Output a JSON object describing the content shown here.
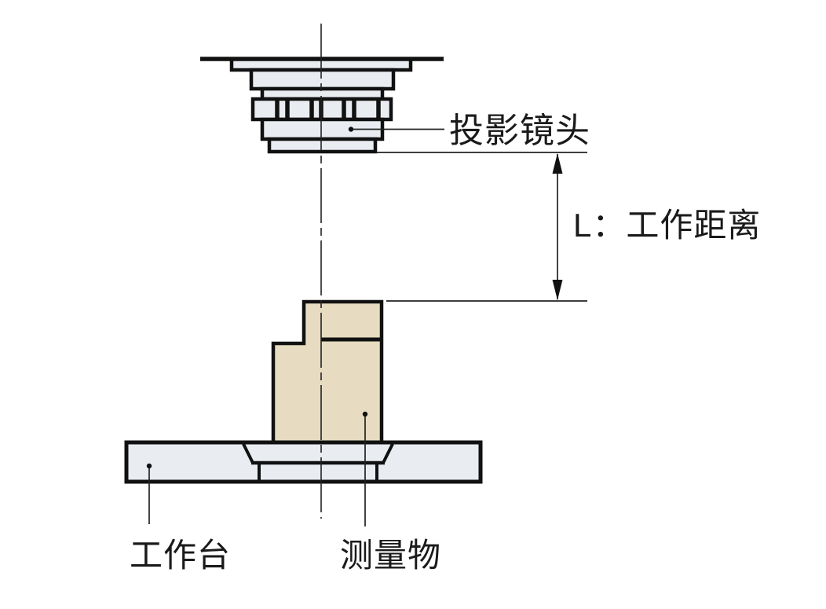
{
  "figure": {
    "kind": "optical-measurement-schematic"
  },
  "labels": {
    "projection_lens": "投影镜头",
    "working_distance": "L：工作距离",
    "worktable": "工作台",
    "measured_object": "测量物"
  },
  "dimension": {
    "symbol": "L",
    "name": "工作距离"
  },
  "colors": {
    "metal_fill": "#e9edf2",
    "object_fill": "#e7dcc1",
    "outline": "#111111",
    "thin_line": "#222222",
    "text": "#1a1a1a",
    "background": "#ffffff"
  }
}
